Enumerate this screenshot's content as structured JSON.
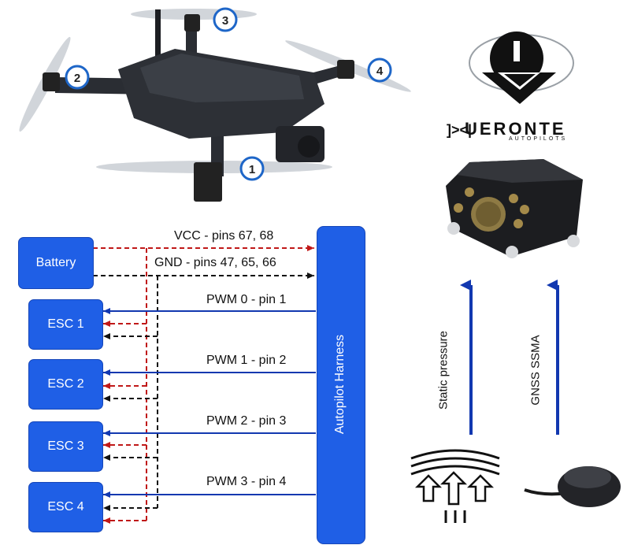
{
  "diagram": {
    "drone": {
      "motor_labels": [
        "1",
        "2",
        "3",
        "4"
      ]
    },
    "autopilot": {
      "brand": "UERONTE",
      "brand_sub": "AUTOPILOTS",
      "logo_mark": "]><|"
    },
    "battery": {
      "label": "Battery"
    },
    "escs": [
      {
        "label": "ESC 1"
      },
      {
        "label": "ESC 2"
      },
      {
        "label": "ESC 3"
      },
      {
        "label": "ESC 4"
      }
    ],
    "harness": {
      "label": "Autopilot Harness"
    },
    "connections": {
      "vcc": "VCC - pins 67, 68",
      "gnd": "GND - pins 47, 65, 66",
      "pwm": [
        "PWM 0 - pin 1",
        "PWM 1 - pin 2",
        "PWM 2 - pin 3",
        "PWM 3 - pin 4"
      ]
    },
    "inputs": {
      "static": "Static pressure",
      "gnss": "GNSS SSMA"
    },
    "colors": {
      "box": "#1f5fe6",
      "signal": "#1238b0",
      "power": "#c01818",
      "ground": "#111111"
    }
  }
}
